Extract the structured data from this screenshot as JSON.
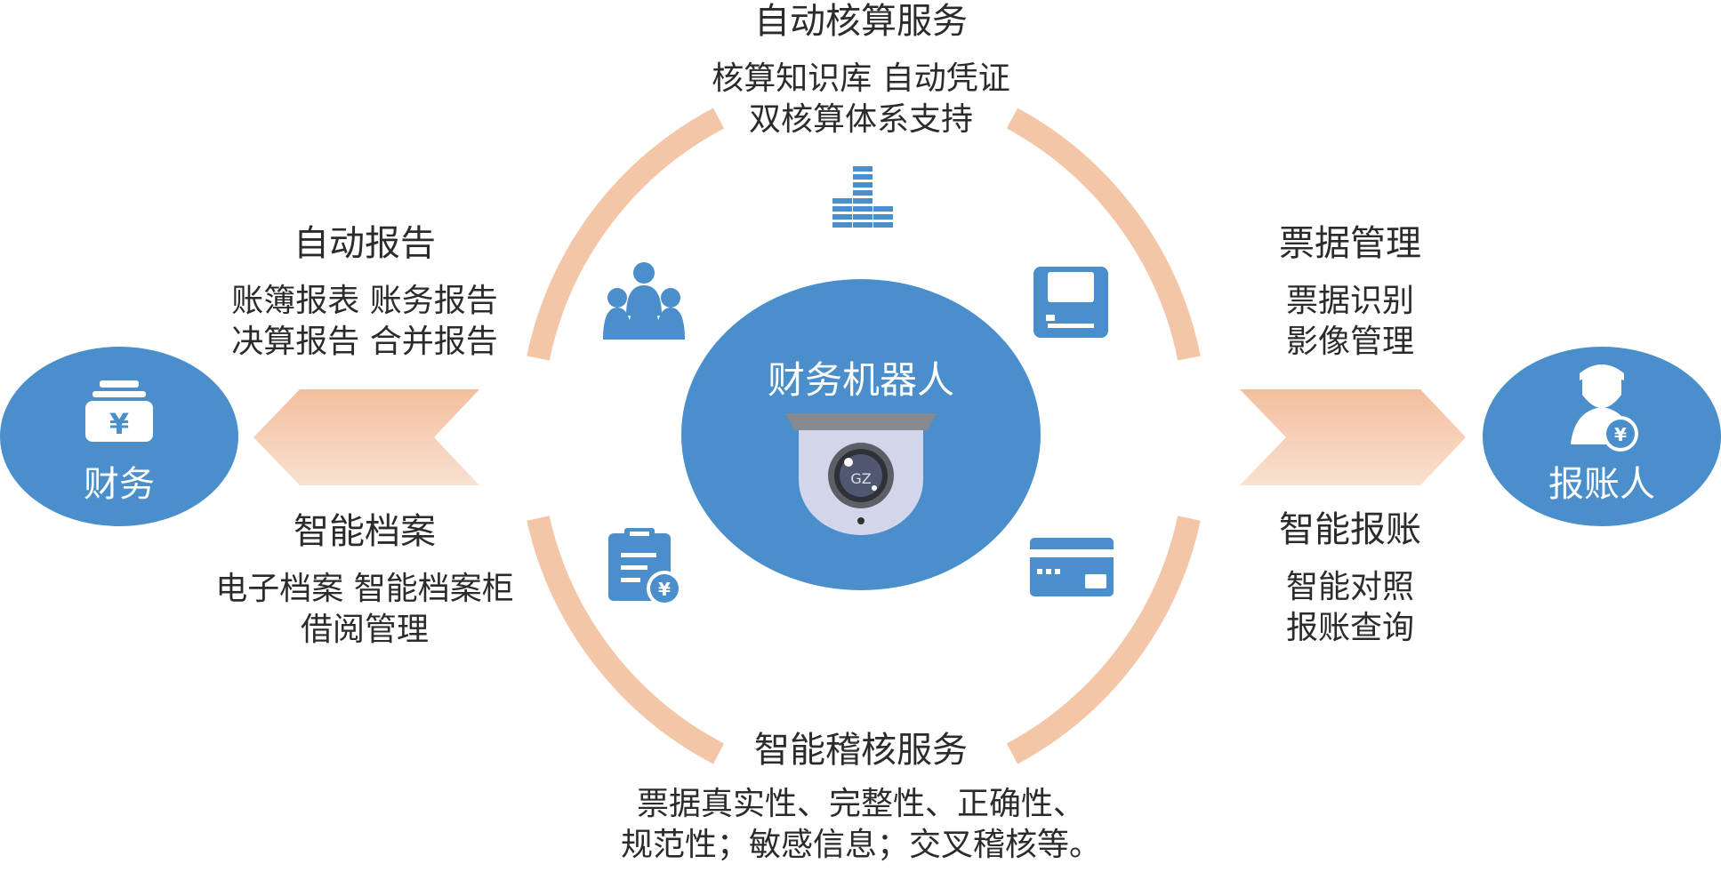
{
  "center": {
    "label": "财务机器人",
    "lens_text": "GZ"
  },
  "left_node": {
    "label": "财务",
    "icon": "money-bag-icon"
  },
  "right_node": {
    "label": "报账人",
    "icon": "user-with-coin-icon"
  },
  "top": {
    "title": "自动核算服务",
    "lines": [
      "核算知识库 自动凭证",
      "双核算体系支持"
    ]
  },
  "bottom": {
    "title": "智能稽核服务",
    "lines": [
      "票据真实性、完整性、正确性、",
      "规范性；敏感信息；交叉稽核等。"
    ]
  },
  "upper_left": {
    "title": "自动报告",
    "lines": [
      "账簿报表 账务报告",
      "决算报告 合并报告"
    ]
  },
  "lower_left": {
    "title": "智能档案",
    "lines": [
      "电子档案 智能档案柜",
      "借阅管理"
    ]
  },
  "upper_right": {
    "title": "票据管理",
    "lines": [
      "票据识别",
      "影像管理"
    ]
  },
  "lower_right": {
    "title": "智能报账",
    "lines": [
      "智能对照",
      "报账查询"
    ]
  },
  "icons": [
    "stacked-coins-icon",
    "people-group-icon",
    "printer-icon",
    "clipboard-coin-icon",
    "bank-card-icon",
    "robot-camera-icon"
  ],
  "colors": {
    "blue": "#4a8fcb",
    "peach": "#f4c6a8",
    "peach_light": "#f8dcc9",
    "lens_body": "#d3d6eb",
    "dark_gray": "#888a92"
  }
}
